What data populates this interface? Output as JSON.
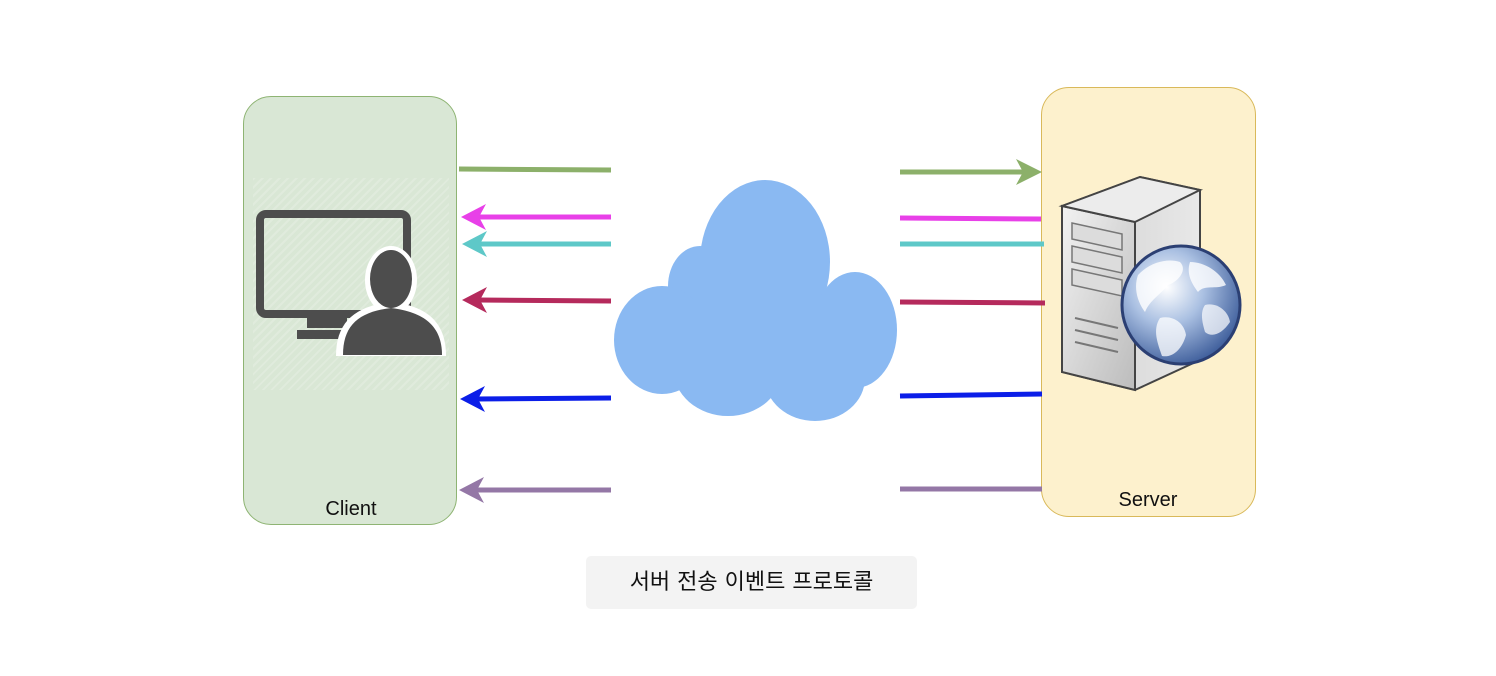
{
  "client": {
    "label": "Client",
    "fill": "#d9e7d5",
    "stroke": "#8eb473"
  },
  "server": {
    "label": "Server",
    "fill": "#fdf1cd",
    "stroke": "#d9b95a"
  },
  "cloud": {
    "icon": "cloud-icon",
    "color": "#8ab9f2"
  },
  "icons": {
    "client": "monitor-user-icon",
    "server": "web-server-icon"
  },
  "arrows": [
    {
      "name": "arrow-green",
      "color": "#8cb06a",
      "direction": "client-to-server"
    },
    {
      "name": "arrow-magenta",
      "color": "#e840e8",
      "direction": "server-to-client"
    },
    {
      "name": "arrow-teal",
      "color": "#5ec8c8",
      "direction": "server-to-client"
    },
    {
      "name": "arrow-crimson",
      "color": "#b52a5c",
      "direction": "server-to-client"
    },
    {
      "name": "arrow-blue",
      "color": "#0b1ee8",
      "direction": "server-to-client"
    },
    {
      "name": "arrow-purple",
      "color": "#9477a6",
      "direction": "server-to-client"
    }
  ],
  "caption": "서버 전송 이벤트 프로토콜"
}
